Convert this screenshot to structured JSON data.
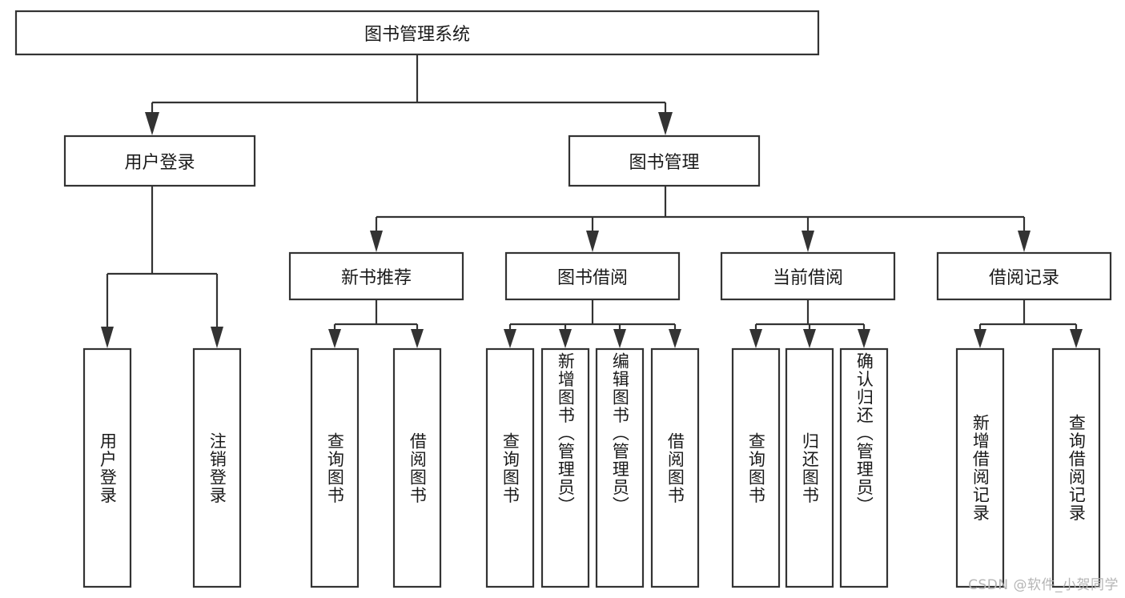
{
  "diagram": {
    "title": "图书管理系统",
    "watermark": "CSDN @软件_小贺同学",
    "levels": {
      "root": {
        "label": "图书管理系统"
      },
      "level2": [
        {
          "label": "用户登录"
        },
        {
          "label": "图书管理"
        }
      ],
      "level3": [
        {
          "label": "新书推荐"
        },
        {
          "label": "图书借阅"
        },
        {
          "label": "当前借阅"
        },
        {
          "label": "借阅记录"
        }
      ],
      "leaves": {
        "user_login": [
          {
            "label": "用户登录"
          },
          {
            "label": "注销登录"
          }
        ],
        "new_book_recommend": [
          {
            "label": "查询图书"
          },
          {
            "label": "借阅图书"
          }
        ],
        "book_borrow": [
          {
            "label": "查询图书"
          },
          {
            "label": "新增图书（管理员）"
          },
          {
            "label": "编辑图书（管理员）"
          },
          {
            "label": "借阅图书"
          }
        ],
        "current_borrow": [
          {
            "label": "查询图书"
          },
          {
            "label": "归还图书"
          },
          {
            "label": "确认归还（管理员）"
          }
        ],
        "borrow_record": [
          {
            "label": "新增借阅记录"
          },
          {
            "label": "查询借阅记录"
          }
        ]
      }
    },
    "colors": {
      "box_stroke": "#333333",
      "box_fill": "#ffffff",
      "text": "#1a1a1a",
      "watermark": "#b5b5b5"
    }
  }
}
